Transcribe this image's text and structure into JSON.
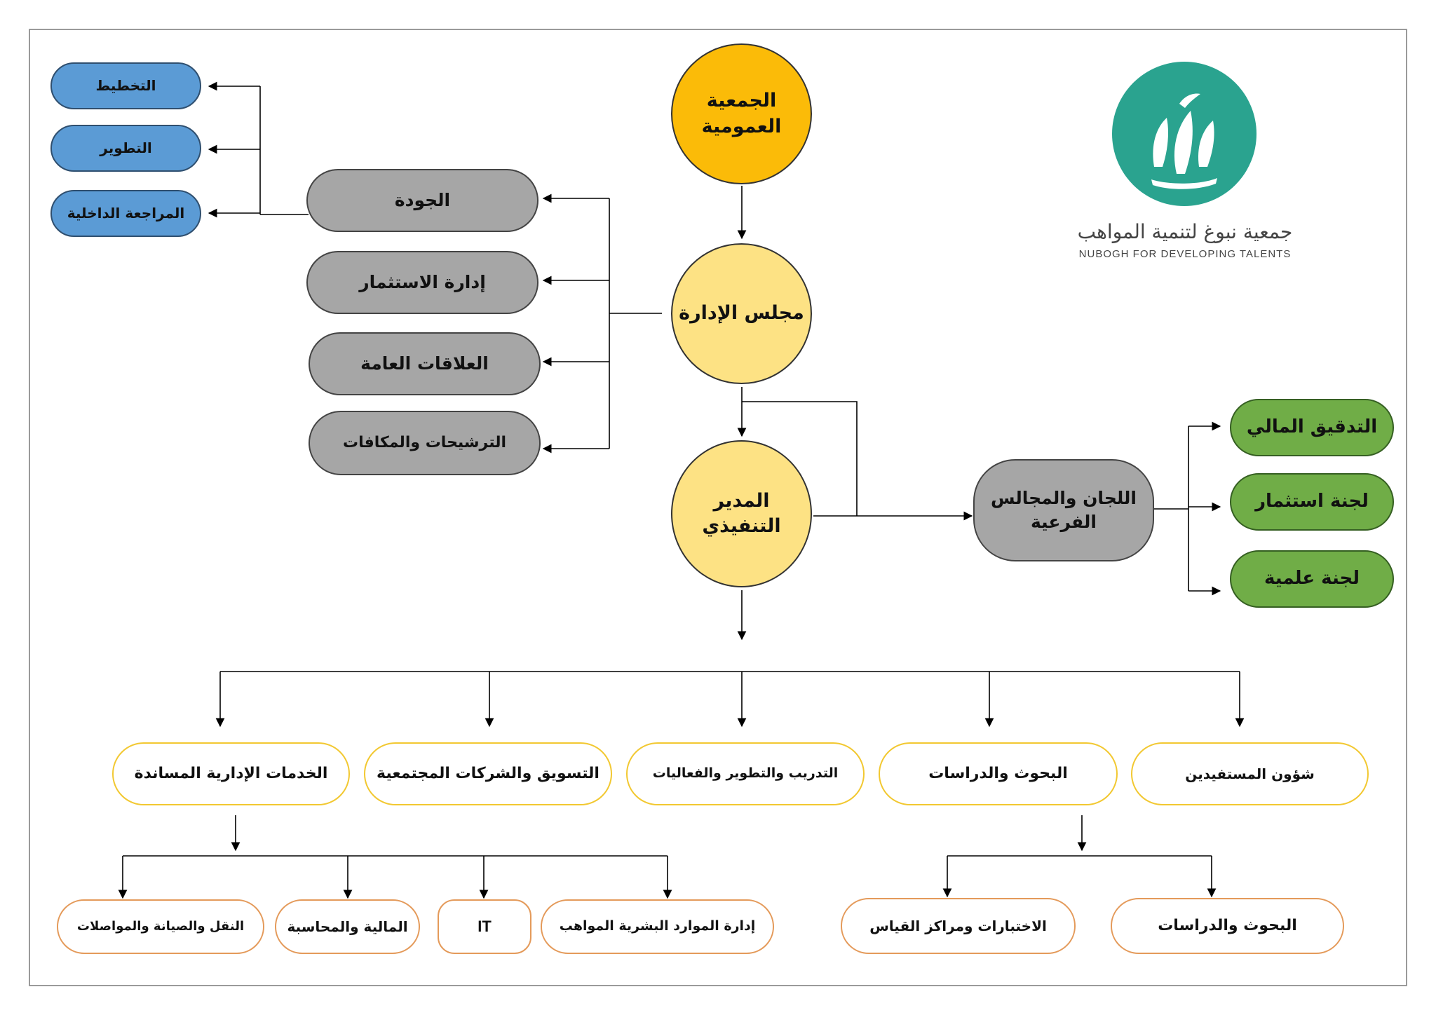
{
  "logo": {
    "arabic_name": "جمعية نبوغ لتنمية المواهب",
    "english_name": "NUBOGH FOR DEVELOPING TALENTS",
    "color": "#2aa38f"
  },
  "governance": {
    "general_assembly": "الجمعية العمومية",
    "board_of_directors": "مجلس الإدارة",
    "executive_director": "المدير التنفيذي"
  },
  "board_units": {
    "quality": "الجودة",
    "investment_management": "إدارة الاستثمار",
    "public_relations": "العلاقات العامة",
    "nominations_rewards": "الترشيحات والمكافات"
  },
  "quality_units": {
    "planning": "التخطيط",
    "development": "التطوير",
    "internal_audit": "المراجعة الداخلية"
  },
  "committees": {
    "label": "اللجان والمجالس الفرعية",
    "financial_audit": "التدقيق المالي",
    "investment_committee": "لجنة استثمار",
    "scientific_committee": "لجنة علمية"
  },
  "departments": {
    "support_services": "الخدمات الإدارية المساندة",
    "marketing_partnerships": "التسويق والشركات المجتمعية",
    "training_events": "التدريب والتطوير والفعاليات",
    "research_studies": "البحوث والدراسات",
    "beneficiaries": "شؤون المستفيدين"
  },
  "support_units": {
    "transport": "النقل والصيانة والمواصلات",
    "finance": "المالية والمحاسبة",
    "it": "IT",
    "hr": "إدارة الموارد البشرية المواهب"
  },
  "research_units": {
    "tests_centers": "الاختبارات ومراكز القياس",
    "research_studies": "البحوث والدراسات"
  },
  "colors": {
    "gold": "#fbbb08",
    "light_gold": "#fde284",
    "gray": "#a6a6a6",
    "blue": "#5b9bd5",
    "green": "#70ad47",
    "yellow_outline": "#f2c831",
    "orange_outline": "#e49a5a"
  }
}
